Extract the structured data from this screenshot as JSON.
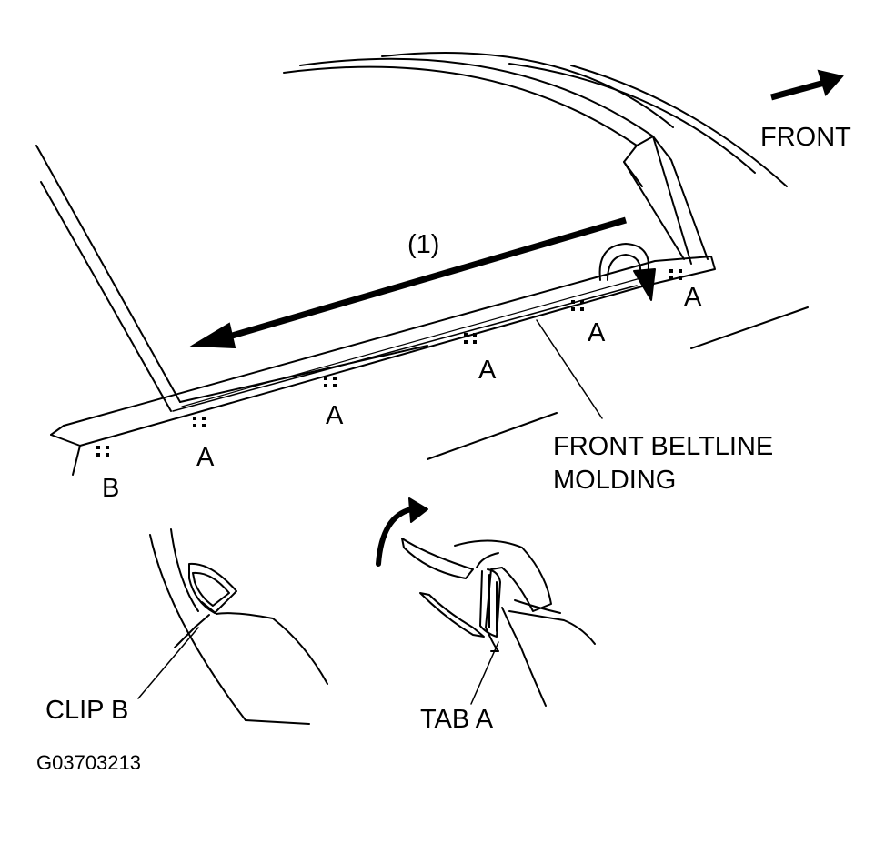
{
  "diagram": {
    "direction_label": "FRONT",
    "step_label": "(1)",
    "part_label_line1": "FRONT BELTLINE",
    "part_label_line2": "MOLDING",
    "clip_marker_a": "A",
    "clip_marker_b": "B",
    "detail_left_label": "CLIP B",
    "detail_right_label": "TAB A",
    "figure_id": "G03703213"
  },
  "colors": {
    "ink": "#000000",
    "paper": "#ffffff"
  }
}
